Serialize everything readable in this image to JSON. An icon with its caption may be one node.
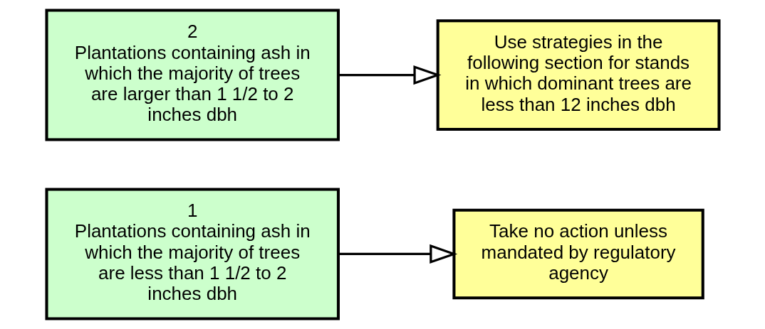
{
  "diagram": {
    "nodes": [
      {
        "text": [
          "1",
          "Plantations containing ash in which the majority of trees are less than 1 1/2 to 2 inches dbh"
        ]
      },
      {
        "text": [
          "Take no action unless mandated by regulatory agency"
        ]
      },
      {
        "text": [
          "2",
          "Plantations containing ash in which the majority of trees are larger than 1 1/2 to 2 inches dbh"
        ]
      },
      {
        "text": [
          "Use strategies in the following section for stands in which dominant trees are less than 12 inches dbh"
        ]
      }
    ],
    "edges": [
      {
        "from": 0,
        "to": 1,
        "arrow": "to"
      },
      {
        "from": 2,
        "to": 3,
        "arrow": "to"
      }
    ]
  }
}
